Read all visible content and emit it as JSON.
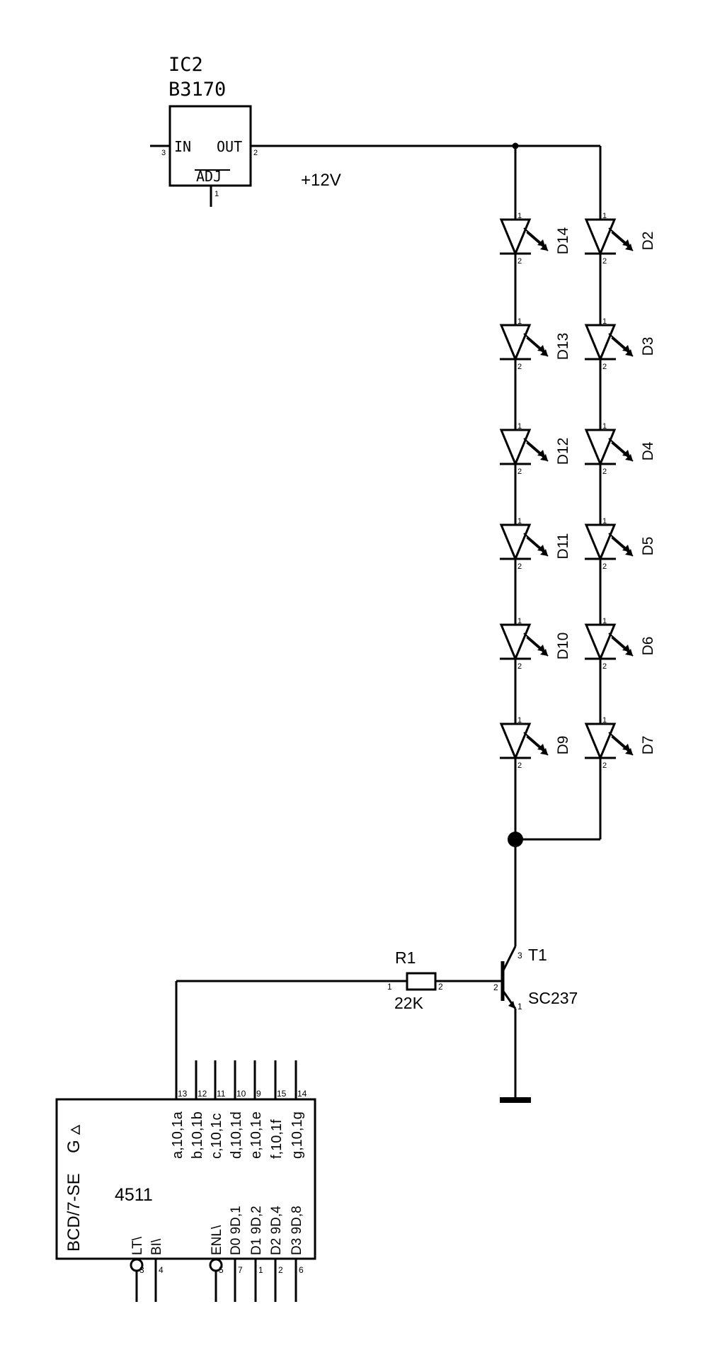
{
  "regulator": {
    "name_line1": "IC2",
    "name_line2": "B3170",
    "in_label": "IN",
    "out_label": "OUT",
    "adj_label": "ADJ",
    "pin_in": "3",
    "pin_out": "2",
    "pin_adj": "1"
  },
  "supply_label": "+12V",
  "leds": {
    "left": [
      "D14",
      "D13",
      "D12",
      "D11",
      "D10",
      "D9"
    ],
    "right": [
      "D2",
      "D3",
      "D4",
      "D5",
      "D6",
      "D7"
    ],
    "anode_pin": "1",
    "cathode_pin": "2"
  },
  "resistor": {
    "name": "R1",
    "value": "22K",
    "pin1": "1",
    "pin2": "2"
  },
  "transistor": {
    "name": "T1",
    "part": "SC237",
    "pin_c": "3",
    "pin_b": "2",
    "pin_e": "1"
  },
  "decoder": {
    "function": "BCD/7-SE",
    "g_label": "G",
    "part": "4511",
    "outputs": [
      {
        "label": "a,10,1a",
        "pin": "13"
      },
      {
        "label": "b,10,1b",
        "pin": "12"
      },
      {
        "label": "c,10,1c",
        "pin": "11"
      },
      {
        "label": "d,10,1d",
        "pin": "10"
      },
      {
        "label": "e,10,1e",
        "pin": "9"
      },
      {
        "label": "f,10,1f",
        "pin": "15"
      },
      {
        "label": "g,10,1g",
        "pin": "14"
      }
    ],
    "inputs": [
      {
        "label": "LT\\",
        "pin": "3",
        "inverted": true
      },
      {
        "label": "BI\\",
        "pin": "4",
        "inverted": false
      },
      {
        "label": "ENL\\",
        "pin": "5",
        "inverted": true
      },
      {
        "label": "D0  9D,1",
        "pin": "7",
        "inverted": false
      },
      {
        "label": "D1  9D,2",
        "pin": "1",
        "inverted": false
      },
      {
        "label": "D2  9D,4",
        "pin": "2",
        "inverted": false
      },
      {
        "label": "D3  9D,8",
        "pin": "6",
        "inverted": false
      }
    ]
  }
}
